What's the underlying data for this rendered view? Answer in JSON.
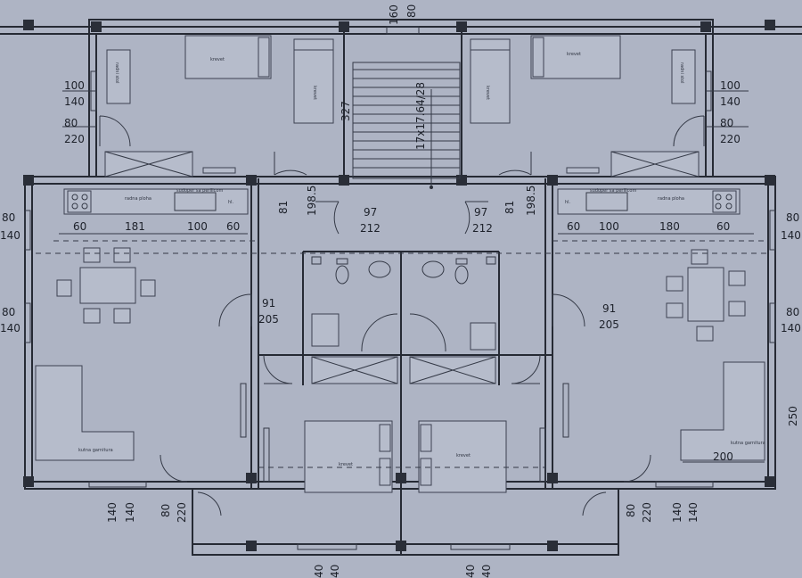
{
  "labels": {
    "d_160": "160",
    "d_80_top": "80",
    "d_100_tl": "100",
    "d_140_tl": "140",
    "d_80_tl": "80",
    "d_220_tl": "220",
    "d_100_tr": "100",
    "d_140_tr": "140",
    "d_80_tr": "80",
    "d_220_tr": "220",
    "d_327": "327",
    "d_stairs": "17x17.64/28",
    "d_81_l": "81",
    "d_1985_l": "198.5",
    "d_81_r": "81",
    "d_1985_r": "198.5",
    "d_97_l": "97",
    "d_212_l": "212",
    "d_97_r": "97",
    "d_212_r": "212",
    "d_80_l1": "80",
    "d_140_l1": "140",
    "d_80_l2": "80",
    "d_140_l2": "140",
    "d_80_r1": "80",
    "d_140_r1": "140",
    "d_80_r2": "80",
    "d_140_r2": "140",
    "d_60_a": "60",
    "d_181": "181",
    "d_100_a": "100",
    "d_60_b": "60",
    "d_60_c": "60",
    "d_100_b": "100",
    "d_180": "180",
    "d_60_d": "60",
    "d_91_l": "91",
    "d_205_l": "205",
    "d_91_r": "91",
    "d_205_r": "205",
    "d_250": "250",
    "d_200": "200",
    "d_140_b1": "140",
    "d_140_b2": "140",
    "d_80_b1": "80",
    "d_220_b1": "220",
    "d_80_b2": "80",
    "d_220_b2": "220",
    "d_140_b3": "140",
    "d_140_b4": "140",
    "d_40_b1": "40",
    "d_40_b2": "40",
    "d_40_b3": "40",
    "d_40_b4": "40",
    "t_krevet_tl": "krevet",
    "t_krevet_tc": "krevet",
    "t_krevet_tr": "krevet",
    "t_krevet_tcr": "krevet",
    "t_radni_l": "radni stol",
    "t_radni_r": "radni stol",
    "t_radna_l": "radna ploha",
    "t_radna_r": "radna ploha",
    "t_sudoper_l": "sudoper sa perilicom",
    "t_sudoper_r": "sudoper sa perilicom",
    "t_hl_l": "hl.",
    "t_hl_r": "hl.",
    "t_kutna_l": "kutna garnitura",
    "t_kutna_r": "kutna garnitura",
    "t_krevet_bl": "krevet",
    "t_krevet_br": "krevet"
  }
}
